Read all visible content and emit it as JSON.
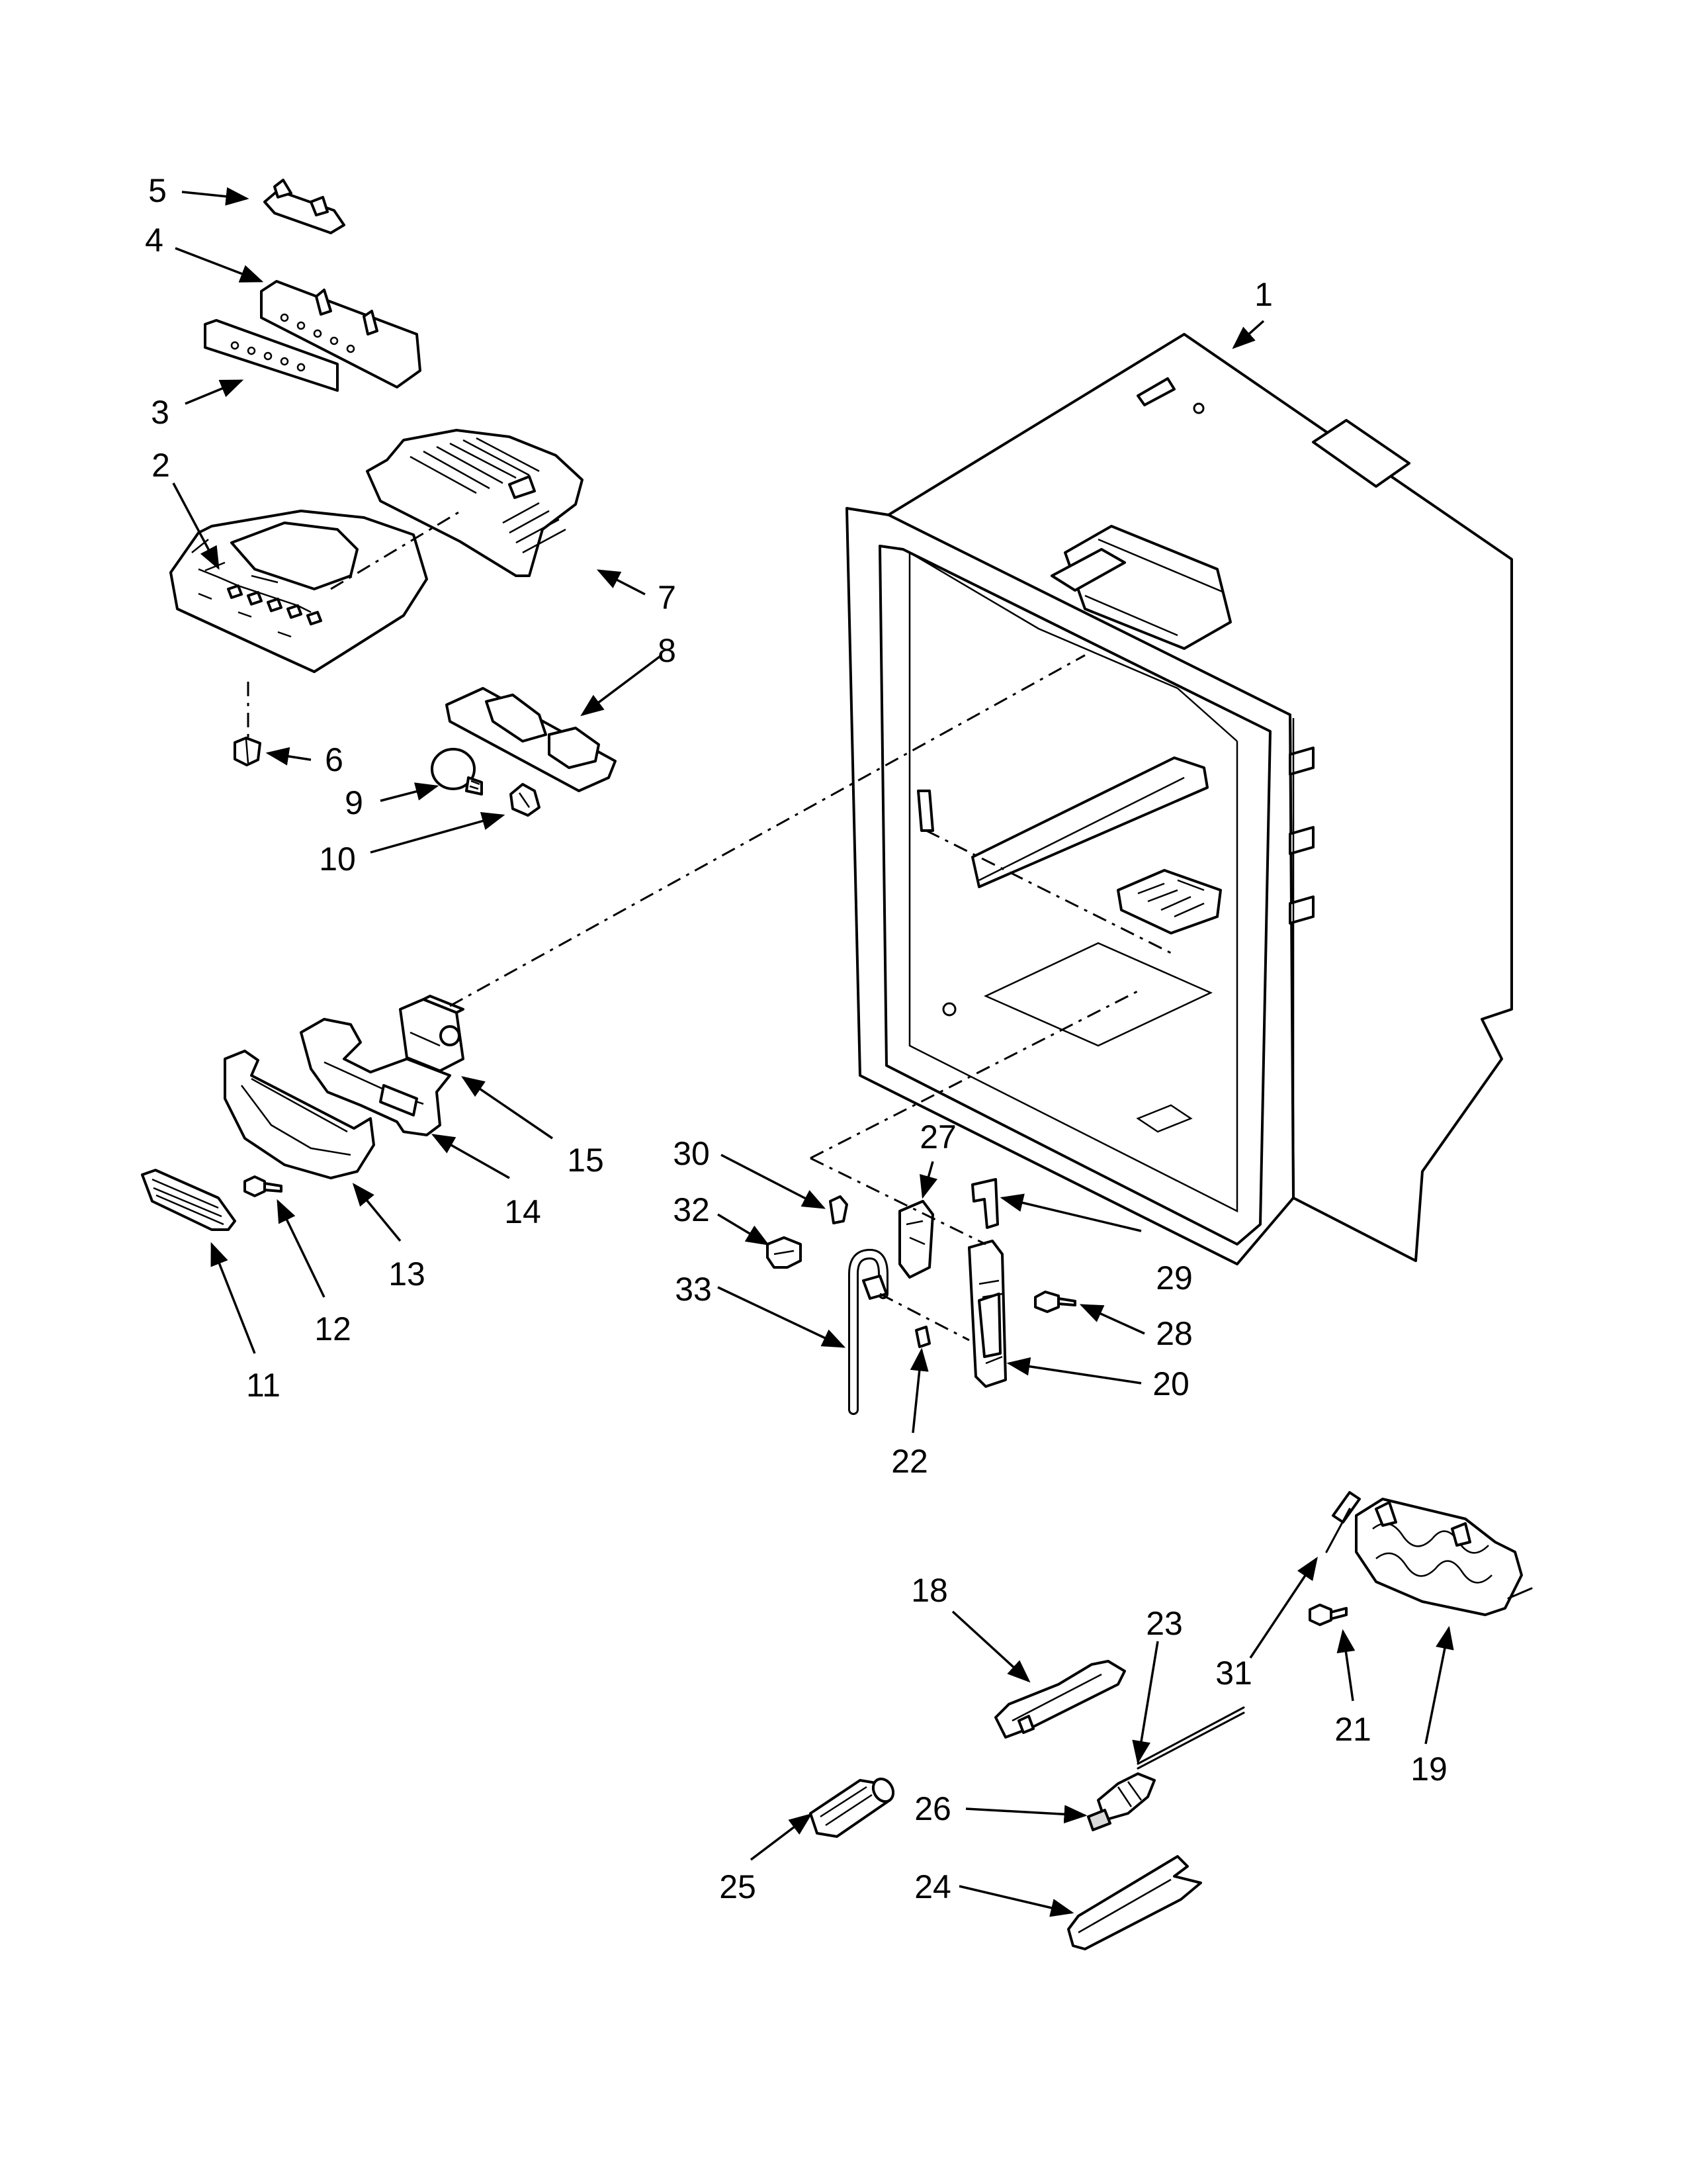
{
  "diagram": {
    "callouts": [
      {
        "id": "c1",
        "text": "1"
      },
      {
        "id": "c2",
        "text": "2"
      },
      {
        "id": "c3",
        "text": "3"
      },
      {
        "id": "c4",
        "text": "4"
      },
      {
        "id": "c5",
        "text": "5"
      },
      {
        "id": "c6",
        "text": "6"
      },
      {
        "id": "c7",
        "text": "7"
      },
      {
        "id": "c8",
        "text": "8"
      },
      {
        "id": "c9",
        "text": "9"
      },
      {
        "id": "c10",
        "text": "10"
      },
      {
        "id": "c11",
        "text": "11"
      },
      {
        "id": "c12",
        "text": "12"
      },
      {
        "id": "c13",
        "text": "13"
      },
      {
        "id": "c14",
        "text": "14"
      },
      {
        "id": "c15",
        "text": "15"
      },
      {
        "id": "c18",
        "text": "18"
      },
      {
        "id": "c19",
        "text": "19"
      },
      {
        "id": "c20",
        "text": "20"
      },
      {
        "id": "c21",
        "text": "21"
      },
      {
        "id": "c22",
        "text": "22"
      },
      {
        "id": "c23",
        "text": "23"
      },
      {
        "id": "c24",
        "text": "24"
      },
      {
        "id": "c25",
        "text": "25"
      },
      {
        "id": "c26",
        "text": "26"
      },
      {
        "id": "c27",
        "text": "27"
      },
      {
        "id": "c28",
        "text": "28"
      },
      {
        "id": "c29",
        "text": "29"
      },
      {
        "id": "c30",
        "text": "30"
      },
      {
        "id": "c31",
        "text": "31"
      },
      {
        "id": "c32",
        "text": "32"
      },
      {
        "id": "c33",
        "text": "33"
      }
    ]
  }
}
